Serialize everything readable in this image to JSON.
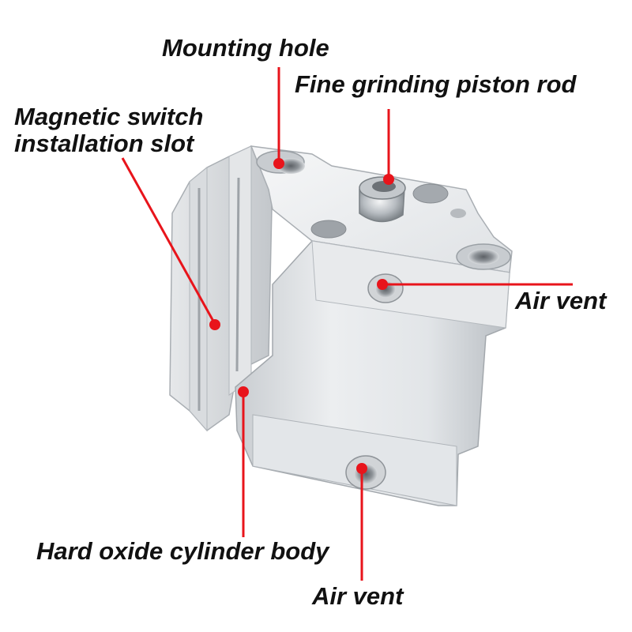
{
  "colors": {
    "callout_line": "#e8141b",
    "callout_dot": "#e8141b",
    "label_text": "#111111",
    "aluminum_light": "#eef0f2",
    "aluminum_mid": "#d4d8dc",
    "aluminum_dark": "#aeb3b8"
  },
  "callouts": {
    "mounting_hole": {
      "label": "Mounting hole"
    },
    "piston_rod": {
      "label": "Fine grinding piston rod"
    },
    "magnetic_slot": {
      "line1": "Magnetic switch",
      "line2": "installation slot"
    },
    "air_vent_top": {
      "label": "Air vent"
    },
    "cylinder_body": {
      "label": "Hard oxide cylinder body"
    },
    "air_vent_bottom": {
      "label": "Air vent"
    }
  }
}
